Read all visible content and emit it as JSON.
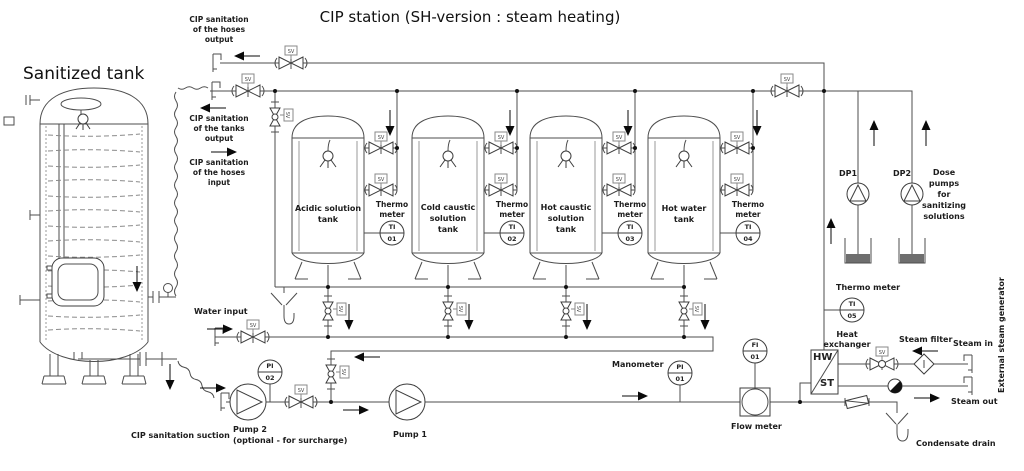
{
  "title": "CIP station (SH-version : steam heating)",
  "labels": {
    "sanitized_tank": "Sanitized tank",
    "hoses_output": [
      "CIP sanitation",
      "of the hoses",
      "output"
    ],
    "tanks_output": [
      "CIP sanitation",
      "of the tanks",
      "output"
    ],
    "hoses_input": [
      "CIP sanitation",
      "of the hoses",
      "input"
    ],
    "water_input": "Water input",
    "cip_suction": "CIP sanitation suction",
    "pump2": [
      "Pump 2",
      "(optional - for surcharge)"
    ],
    "pump1": "Pump 1",
    "manometer": "Manometer",
    "flow_meter": "Flow meter",
    "condensate_drain": "Condensate drain",
    "steam_in": "Steam in",
    "steam_out": "Steam out",
    "steam_filter": "Steam filter",
    "heat_exchanger": [
      "Heat",
      "exchanger"
    ],
    "thermo_meter": [
      "Thermo",
      "meter"
    ],
    "thermo_meter5": "Thermo meter",
    "external_generator": "External steam generator",
    "dose_pumps": [
      "Dose",
      "pumps",
      "for",
      "sanitizing",
      "solutions"
    ],
    "dp1": "DP1",
    "dp2": "DP2",
    "hw": "HW",
    "st": "ST",
    "sv": "SV",
    "tank1": [
      "Acidic solution",
      "tank"
    ],
    "tank2": [
      "Cold caustic",
      "solution",
      "tank"
    ],
    "tank3": [
      "Hot caustic",
      "solution",
      "tank"
    ],
    "tank4": [
      "Hot water",
      "tank"
    ]
  },
  "gauges": {
    "ti01": [
      "TI",
      "01"
    ],
    "ti02": [
      "TI",
      "02"
    ],
    "ti03": [
      "TI",
      "03"
    ],
    "ti04": [
      "TI",
      "04"
    ],
    "ti05": [
      "TI",
      "05"
    ],
    "pi01": [
      "PI",
      "01"
    ],
    "pi02": [
      "PI",
      "02"
    ],
    "fi01": [
      "FI",
      "01"
    ]
  },
  "colors": {
    "pipe": "#4d4d4d",
    "arrow": "#0a0a0a",
    "solution_fill": "#6e6e6e"
  }
}
